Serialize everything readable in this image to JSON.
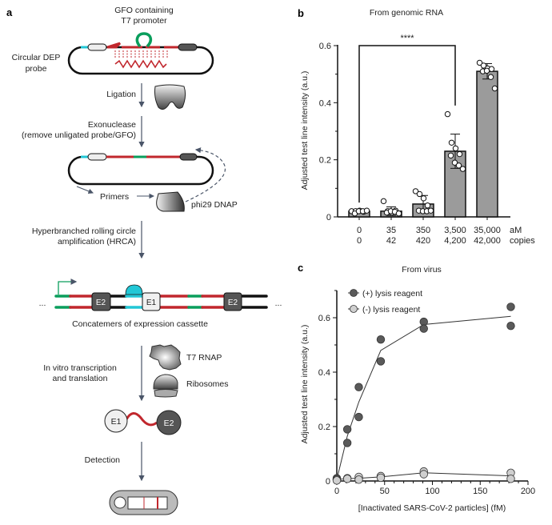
{
  "panel_a": {
    "label": "a",
    "gfo_line1": "GFO containing",
    "gfo_line2": "T7 promoter",
    "probe_line1": "Circular DEP",
    "probe_line2": "probe",
    "ligation": "Ligation",
    "exo_line1": "Exonuclease",
    "exo_line2": "(remove unligated probe/GFO)",
    "primers": "Primers",
    "phi29": "phi29 DNAP",
    "hrca_line1": "Hyperbranched rolling circle",
    "hrca_line2": "amplification (HRCA)",
    "ellipsis": "...",
    "e1": "E1",
    "e2": "E2",
    "concatemers": "Concatemers of expression cassette",
    "ivtt_line1": "In vitro transcription",
    "ivtt_line2": "and translation",
    "t7rnap": "T7 RNAP",
    "ribosomes": "Ribosomes",
    "detection": "Detection",
    "colors": {
      "red": "#c1272d",
      "green": "#0a9e5c",
      "cyan": "#22c7d6",
      "dark": "#555555"
    }
  },
  "chart_data": [
    {
      "panel": "b",
      "type": "bar",
      "title": "From genomic RNA",
      "ylabel": "Adjusted test line intensity (a.u.)",
      "ylim": [
        0,
        0.6
      ],
      "yticks": [
        "0",
        "0.2",
        "0.4",
        "0.6"
      ],
      "categories_row1": [
        "0",
        "35",
        "350",
        "3,500",
        "35,000"
      ],
      "categories_row2": [
        "0",
        "42",
        "420",
        "4,200",
        "42,000"
      ],
      "unit_row1": "aM",
      "unit_row2": "copies",
      "values": [
        0.02,
        0.02,
        0.045,
        0.23,
        0.51
      ],
      "errors": [
        0.005,
        0.015,
        0.03,
        0.06,
        0.027
      ],
      "points": [
        [
          0.02,
          0.02,
          0.022,
          0.018,
          0.012,
          0.02,
          0.02,
          0.022
        ],
        [
          0.055,
          0.02,
          0.015,
          0.022,
          0.015,
          0.02,
          0.018,
          0.012
        ],
        [
          0.09,
          0.08,
          0.065,
          0.04,
          0.022,
          0.02,
          0.02,
          0.022
        ],
        [
          0.36,
          0.26,
          0.24,
          0.22,
          0.215,
          0.19,
          0.18,
          0.168
        ],
        [
          0.54,
          0.53,
          0.52,
          0.518,
          0.51,
          0.512,
          0.49,
          0.45
        ]
      ],
      "significance": {
        "label": "****",
        "from": 0,
        "to": 3
      }
    },
    {
      "panel": "c",
      "type": "scatter",
      "title": "From virus",
      "xlabel": "[Inactivated SARS-CoV-2 particles] (fM)",
      "ylabel": "Adjusted test line intensity (a.u.)",
      "xlim": [
        0,
        200
      ],
      "ylim": [
        0,
        0.7
      ],
      "xticks": [
        "0",
        "50",
        "100",
        "150",
        "200"
      ],
      "yticks": [
        "0",
        "0.2",
        "0.4",
        "0.6"
      ],
      "series": [
        {
          "name": "(+) lysis reagent",
          "color": "#5a5a5a",
          "points": [
            [
              0,
              0.01
            ],
            [
              0,
              0.005
            ],
            [
              11,
              0.19
            ],
            [
              11,
              0.14
            ],
            [
              23,
              0.345
            ],
            [
              23,
              0.235
            ],
            [
              46,
              0.52
            ],
            [
              46,
              0.44
            ],
            [
              91,
              0.585
            ],
            [
              91,
              0.56
            ],
            [
              182,
              0.64
            ],
            [
              182,
              0.57
            ]
          ],
          "line": [
            [
              0,
              0.005
            ],
            [
              11,
              0.165
            ],
            [
              23,
              0.29
            ],
            [
              46,
              0.48
            ],
            [
              91,
              0.575
            ],
            [
              182,
              0.605
            ]
          ]
        },
        {
          "name": "(-) lysis reagent",
          "color": "#cfcfcf",
          "points": [
            [
              0,
              0.005
            ],
            [
              0,
              0.002
            ],
            [
              11,
              0.01
            ],
            [
              11,
              0.008
            ],
            [
              23,
              0.015
            ],
            [
              23,
              0.005
            ],
            [
              46,
              0.018
            ],
            [
              46,
              0.012
            ],
            [
              91,
              0.035
            ],
            [
              91,
              0.025
            ],
            [
              182,
              0.03
            ],
            [
              182,
              0.008
            ]
          ],
          "line": [
            [
              0,
              0.005
            ],
            [
              11,
              0.009
            ],
            [
              23,
              0.01
            ],
            [
              46,
              0.015
            ],
            [
              91,
              0.03
            ],
            [
              182,
              0.019
            ]
          ]
        }
      ]
    }
  ]
}
